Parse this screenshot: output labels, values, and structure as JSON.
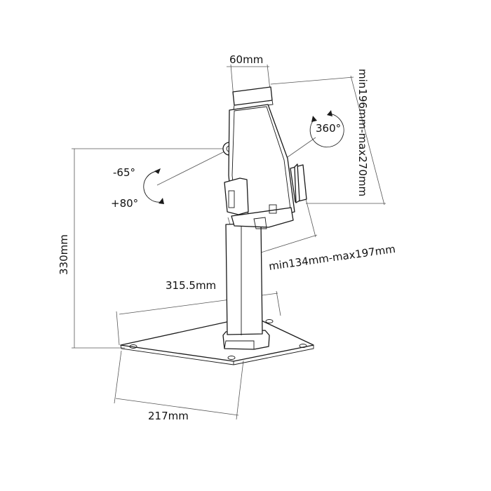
{
  "dimensions": {
    "width_top": "60mm",
    "height_range": "min196mm-max270mm",
    "width_range": "min134mm-max197mm",
    "total_height": "330mm",
    "base_length": "315.5mm",
    "base_width": "217mm"
  },
  "rotation": {
    "swivel": "360°",
    "tilt_down": "-65°",
    "tilt_up": "+80°"
  }
}
